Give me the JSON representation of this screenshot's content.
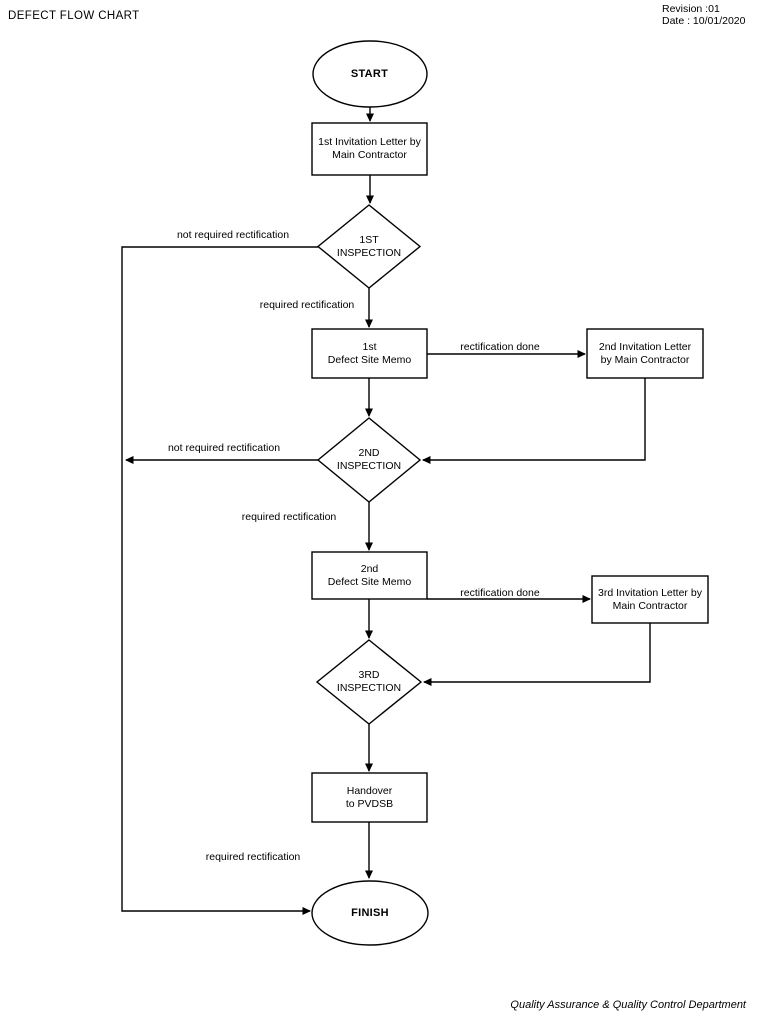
{
  "header": {
    "title": "DEFECT FLOW CHART",
    "revision": "Revision :01",
    "date": "Date : 10/01/2020"
  },
  "footer": {
    "department": "Quality Assurance & Quality Control Department"
  },
  "nodes": {
    "start": {
      "label": "START"
    },
    "invitation1": {
      "line1": "1st Invitation Letter by",
      "line2": "Main Contractor"
    },
    "inspection1": {
      "line1": "1ST",
      "line2": "INSPECTION"
    },
    "memo1": {
      "line1": "1st",
      "line2": "Defect Site Memo"
    },
    "invitation2": {
      "line1": "2nd Invitation Letter",
      "line2": "by Main Contractor"
    },
    "inspection2": {
      "line1": "2ND",
      "line2": "INSPECTION"
    },
    "memo2": {
      "line1": "2nd",
      "line2": "Defect Site Memo"
    },
    "invitation3": {
      "line1": "3rd Invitation Letter by",
      "line2": "Main Contractor"
    },
    "inspection3": {
      "line1": "3RD",
      "line2": "INSPECTION"
    },
    "handover": {
      "line1": "Handover",
      "line2": "to PVDSB"
    },
    "finish": {
      "label": "FINISH"
    }
  },
  "edge_labels": {
    "not_required_1": "not required rectification",
    "required_1": "required rectification",
    "rectification_done_1": "rectification done",
    "not_required_2": "not required rectification",
    "required_2": "required rectification",
    "rectification_done_2": "rectification done",
    "required_3": "required rectification"
  },
  "colors": {
    "line": "#000000",
    "text": "#000000",
    "background": "#ffffff"
  }
}
